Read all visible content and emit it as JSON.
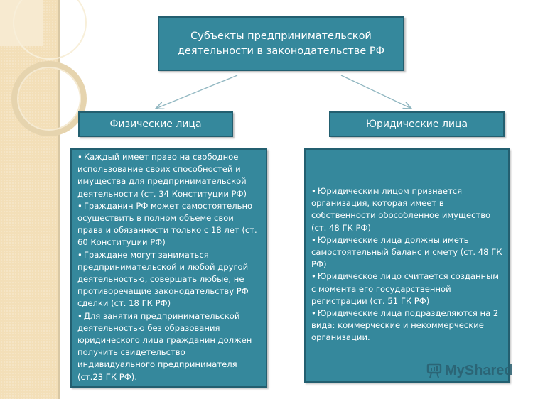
{
  "diagram": {
    "title": "Субъекты предпринимательской деятельности в законодательстве РФ",
    "title_lines": [
      "Субъекты предпринимательской",
      "деятельности в законодательстве РФ"
    ],
    "categories": [
      {
        "label": "Физические лица",
        "items": [
          "Каждый имеет право на свободное использование своих способностей и имущества для предпринимательской деятельности (ст. 34 Конституции РФ)",
          "Гражданин РФ может самостоятельно осуществить в полном объеме свои права и обязанности только с 18 лет (ст. 60 Конституции РФ)",
          "Граждане могут заниматься предпринимательской  и любой другой деятельностью, совершать любые, не противоречащие законодательству РФ сделки (ст. 18 ГК РФ)",
          "Для занятия предпринимательской деятельностью без образования юридического лица гражданин должен получить свидетельство индивидуального предпринимателя (ст.23 ГК РФ)."
        ]
      },
      {
        "label": "Юридические лица",
        "items": [
          "Юридическим лицом признается организация, которая имеет в собственности обособленное имущество (ст. 48 ГК РФ)",
          "Юридические лица должны иметь самостоятельный баланс и смету (ст. 48 ГК РФ)",
          "Юридическое лицо считается созданным с момента его государственной регистрации (ст. 51 ГК РФ)",
          "Юридические лица подразделяются на 2 вида: коммерческие и некоммерческие организации."
        ]
      }
    ]
  },
  "watermark": {
    "text": "MyShared",
    "icon": "presentation-board-icon"
  },
  "colors": {
    "box_fill": "#35889c",
    "box_border": "#235f70",
    "text": "#ffffff",
    "sidebar": "#f3dfb8",
    "arrow": "#8fb6c0"
  }
}
